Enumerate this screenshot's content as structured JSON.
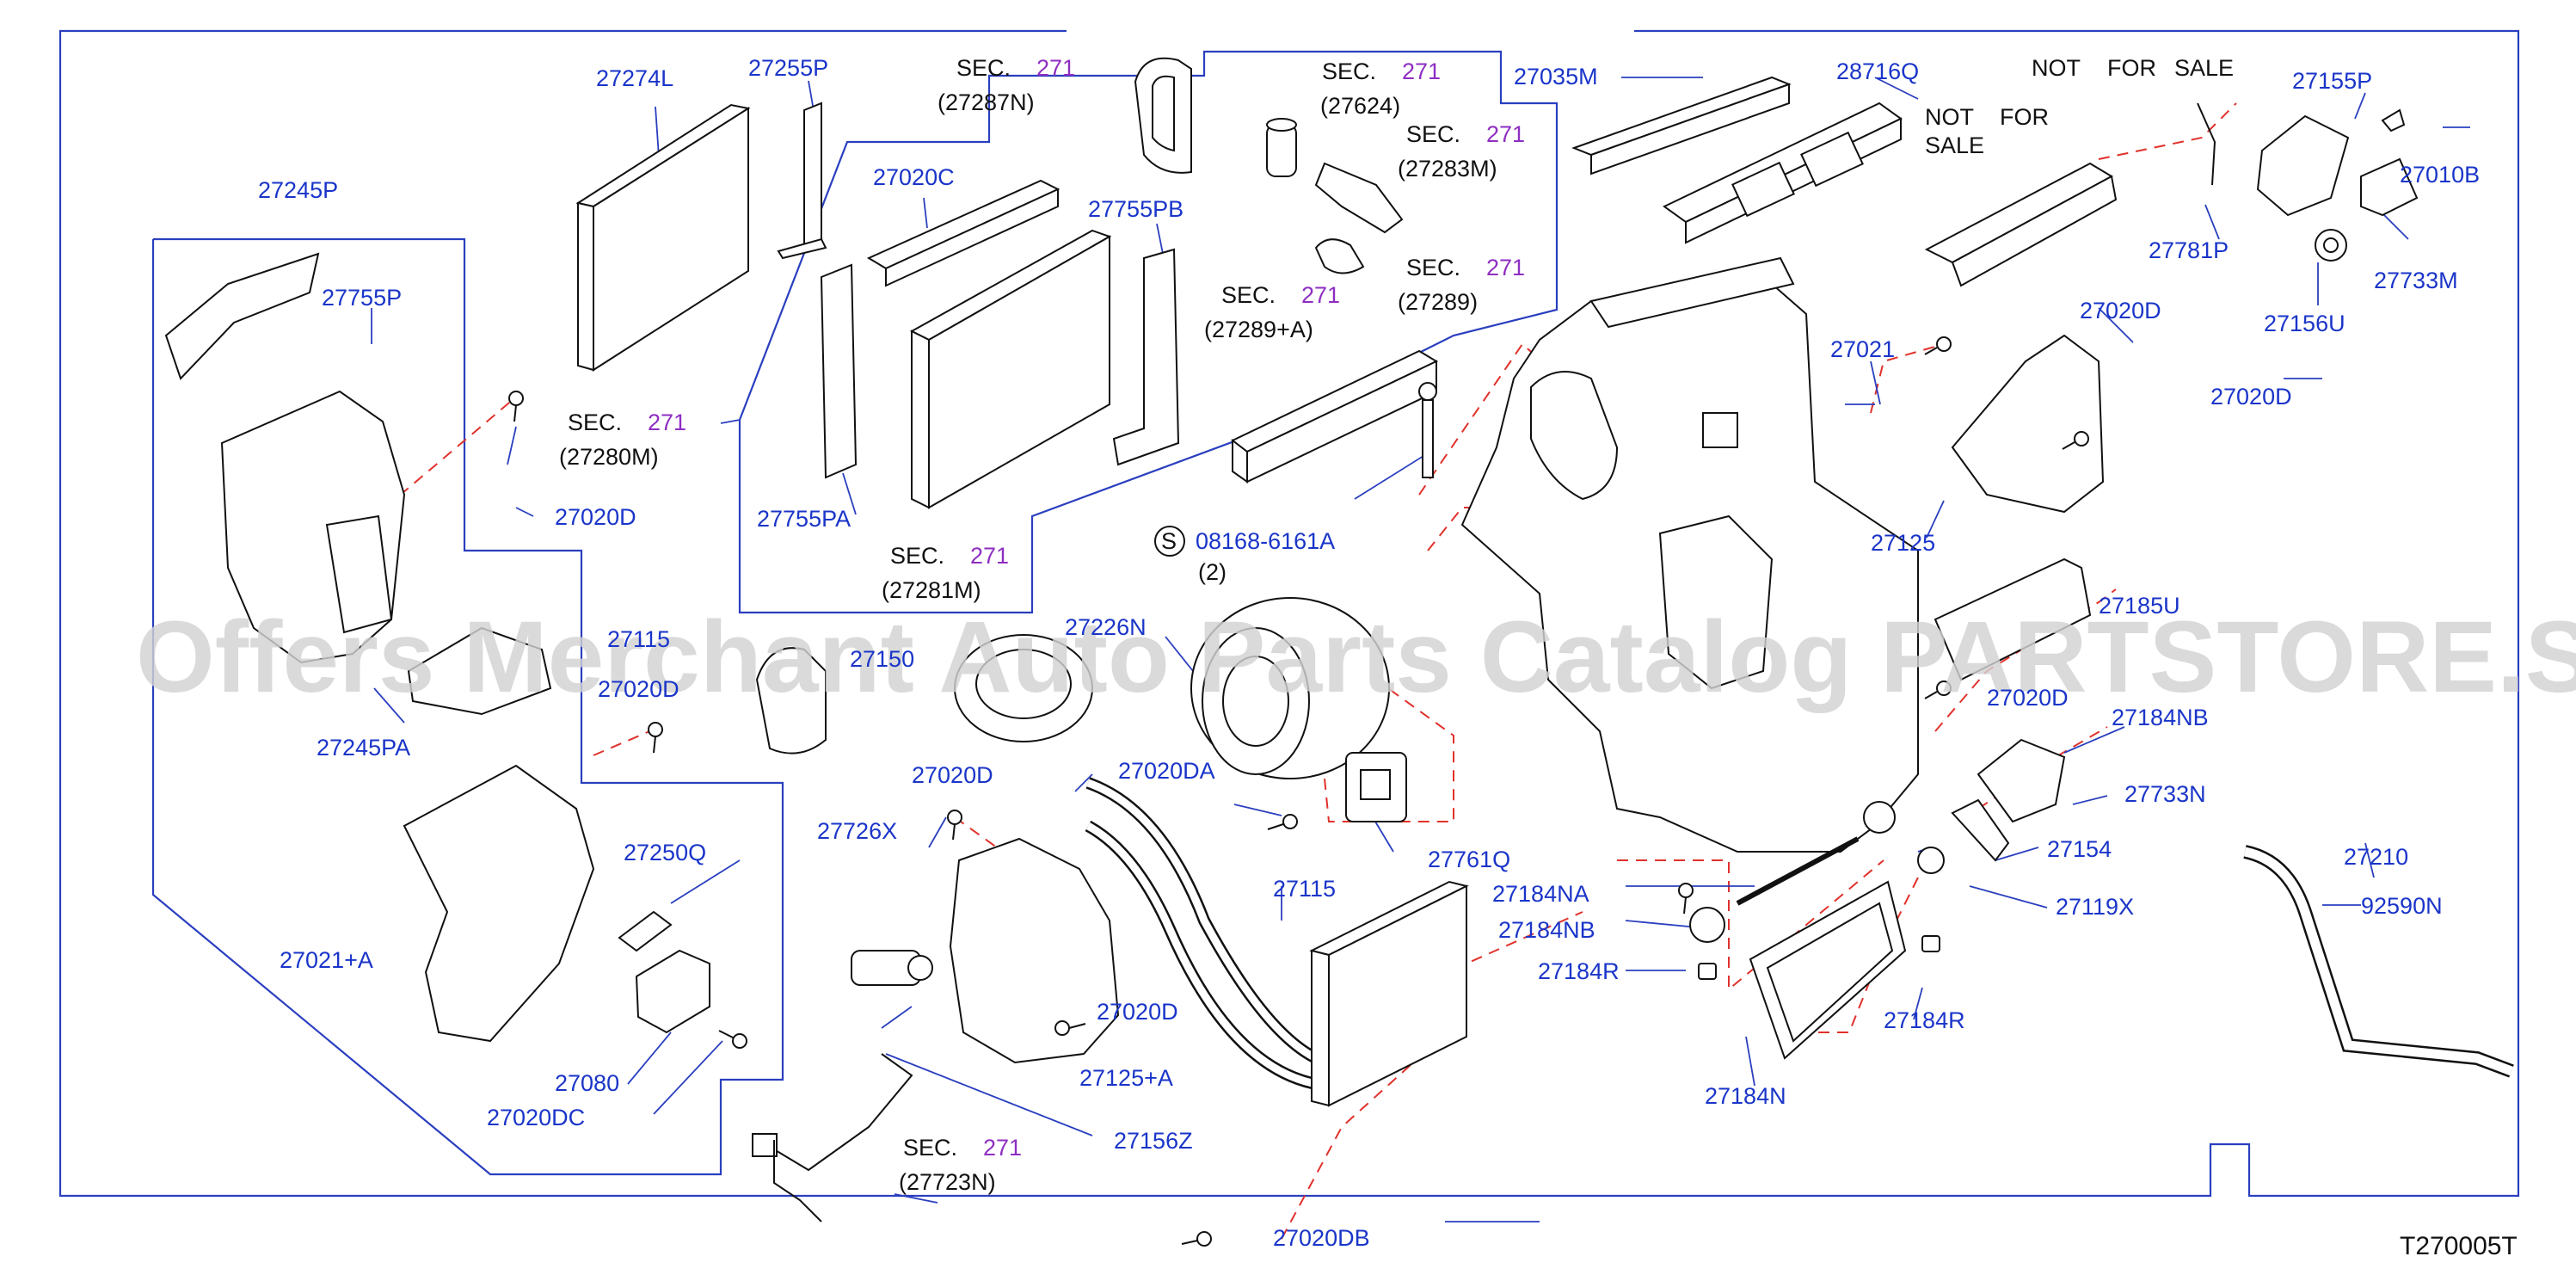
{
  "diagram": {
    "watermark": "Offers Merchant Auto Parts Catalog PARTSTORE.SA",
    "diagram_code": "T270005T",
    "sec_word": "SEC.",
    "sec_number": "271",
    "not_for_sale": [
      "NOT",
      "FOR",
      "SALE"
    ],
    "part_labels": [
      "27274L",
      "27255P",
      "27245P",
      "27755P",
      "27020C",
      "27755PB",
      "27755PA",
      "27020D",
      "27020D",
      "27020D",
      "27020D",
      "27020D",
      "27020D",
      "27020D",
      "27035M",
      "28716Q",
      "27155P",
      "27010B",
      "27781P",
      "27733M",
      "27156U",
      "27021",
      "27125",
      "27185U",
      "27184NB",
      "27733N",
      "27154",
      "27119X",
      "27184NA",
      "27184NB",
      "27184R",
      "27184R",
      "27184N",
      "27210",
      "92590N",
      "27226N",
      "27761Q",
      "27020DA",
      "27115",
      "27726X",
      "27125+A",
      "27156Z",
      "27245PA",
      "27021+A",
      "27250Q",
      "27080",
      "27020DC",
      "27020DB",
      "27115",
      "27150"
    ],
    "sec_refs": [
      {
        "id": "27287N"
      },
      {
        "id": "27624"
      },
      {
        "id": "27283M"
      },
      {
        "id": "27289"
      },
      {
        "id": "27289+A"
      },
      {
        "id": "27280M"
      },
      {
        "id": "27281M"
      },
      {
        "id": "27723N"
      }
    ],
    "special_part": {
      "symbol": "S",
      "id": "08168-6161A",
      "qty": "(2)"
    }
  },
  "colors": {
    "label_blue": "#1a35c9",
    "sec_purple": "#8e2ec2",
    "leader_blue": "#2a3fbf",
    "dash_red": "#e0312b",
    "drawing_black": "#111111"
  }
}
